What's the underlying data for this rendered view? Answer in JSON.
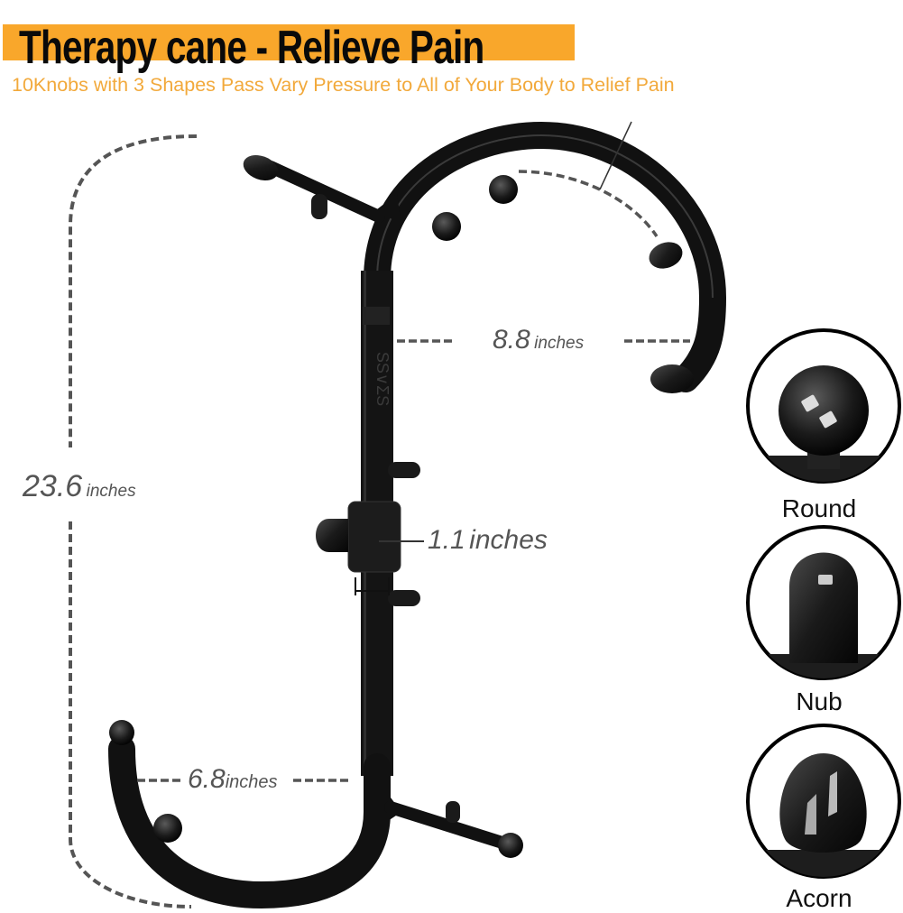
{
  "header": {
    "title": "Therapy cane - Relieve Pain",
    "subtitle": "10Knobs with 3 Shapes Pass Vary Pressure to All of Your Body to Relief Pain",
    "accent_color": "#f9a72b",
    "subtitle_color": "#f2a93b"
  },
  "product": {
    "name": "therapy-cane",
    "imprint": "SS∨ΣS",
    "knob_count": 10
  },
  "dimensions": {
    "total_height": {
      "value": "23.6",
      "unit": "inches"
    },
    "top_hook_width": {
      "value": "8.8",
      "unit": "inches"
    },
    "shaft_width": {
      "value": "1.1",
      "unit": "inches"
    },
    "bottom_hook_width": {
      "value": "6.8",
      "unit": "inches"
    }
  },
  "knob_shapes": [
    {
      "label": "Round"
    },
    {
      "label": "Nub"
    },
    {
      "label": "Acorn"
    }
  ]
}
